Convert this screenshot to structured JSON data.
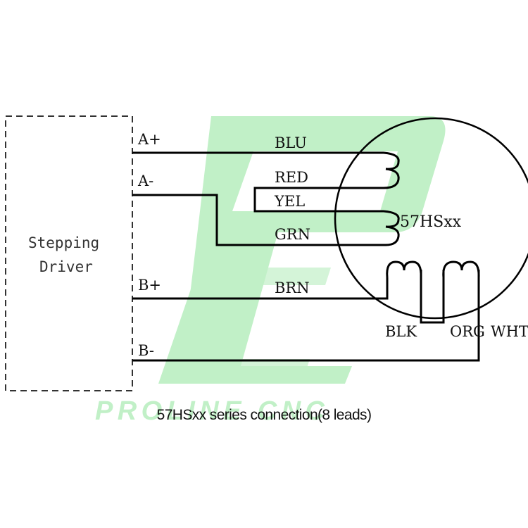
{
  "driver": {
    "title_line1": "Stepping",
    "title_line2": "Driver",
    "pins": [
      "A+",
      "A-",
      "B+",
      "B-"
    ]
  },
  "wires": [
    "BLU",
    "RED",
    "YEL",
    "GRN",
    "BRN",
    "BLK",
    "ORG",
    "WHT"
  ],
  "motor": {
    "model": "57HSxx"
  },
  "caption": "57HSxx series connection(8 leads)",
  "watermark": {
    "text": "PROLINE CNC",
    "color": "#8fe39a"
  }
}
